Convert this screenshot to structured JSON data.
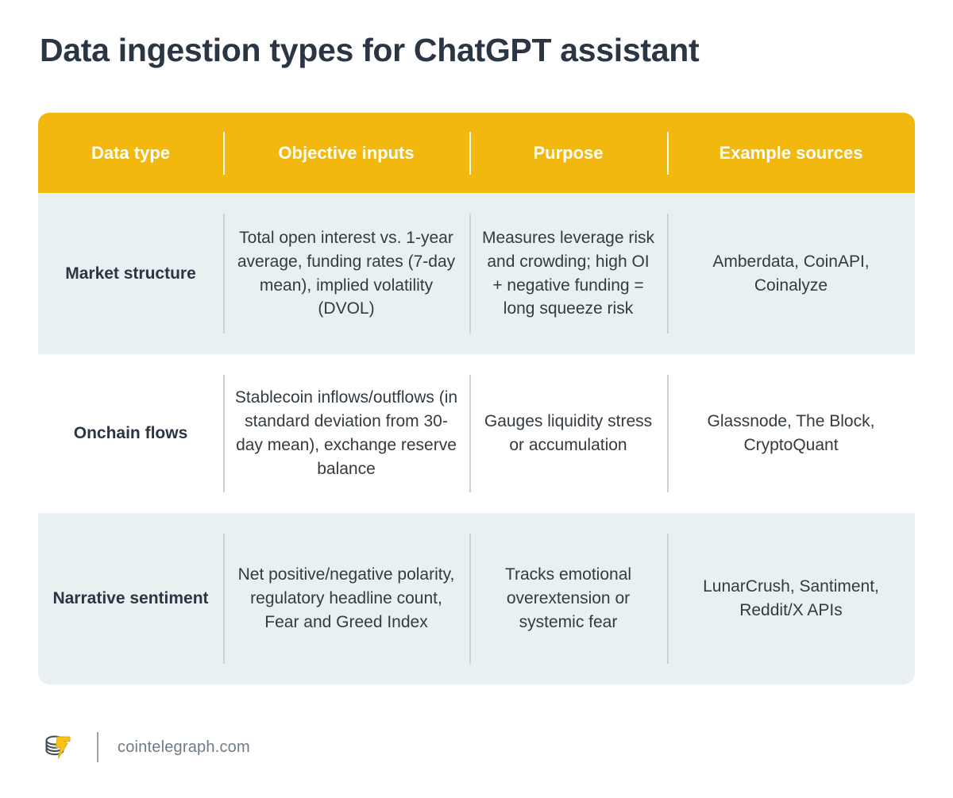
{
  "page": {
    "title": "Data ingestion types for ChatGPT assistant",
    "background_color": "#FFFFFF"
  },
  "colors": {
    "header_yellow": "#F2B80D",
    "row_shade": "#E9F0F2",
    "row_plain": "#FFFFFF",
    "title_text": "#2B3645",
    "body_text": "#333B41",
    "divider": "#C9D3D6",
    "footer_text": "#6E7B87",
    "logo_bolt": "#F2B80D",
    "logo_coin": "#414B56"
  },
  "table": {
    "columns": [
      {
        "key": "data_type",
        "label": "Data type"
      },
      {
        "key": "objective_inputs",
        "label": "Objective inputs"
      },
      {
        "key": "purpose",
        "label": "Purpose"
      },
      {
        "key": "example_sources",
        "label": "Example sources"
      }
    ],
    "rows": [
      {
        "data_type": "Market structure",
        "objective_inputs": "Total open interest vs. 1-year average, funding rates (7-day mean), implied volatility (DVOL)",
        "purpose": "Measures leverage risk and crowding; high OI + negative funding = long squeeze risk",
        "example_sources": "Amberdata, CoinAPI, Coinalyze"
      },
      {
        "data_type": "Onchain flows",
        "objective_inputs": "Stablecoin inflows/outflows (in standard deviation from 30-day mean), exchange reserve balance",
        "purpose": "Gauges liquidity stress or accumulation",
        "example_sources": "Glassnode, The Block, CryptoQuant"
      },
      {
        "data_type": "Narrative sentiment",
        "objective_inputs": "Net positive/negative polarity, regulatory headline count, Fear and Greed Index",
        "purpose": "Tracks emotional overextension or systemic fear",
        "example_sources": "LunarCrush, Santiment, Reddit/X APIs"
      }
    ]
  },
  "footer": {
    "logo_name": "cointelegraph-logo-icon",
    "url": "cointelegraph.com"
  }
}
